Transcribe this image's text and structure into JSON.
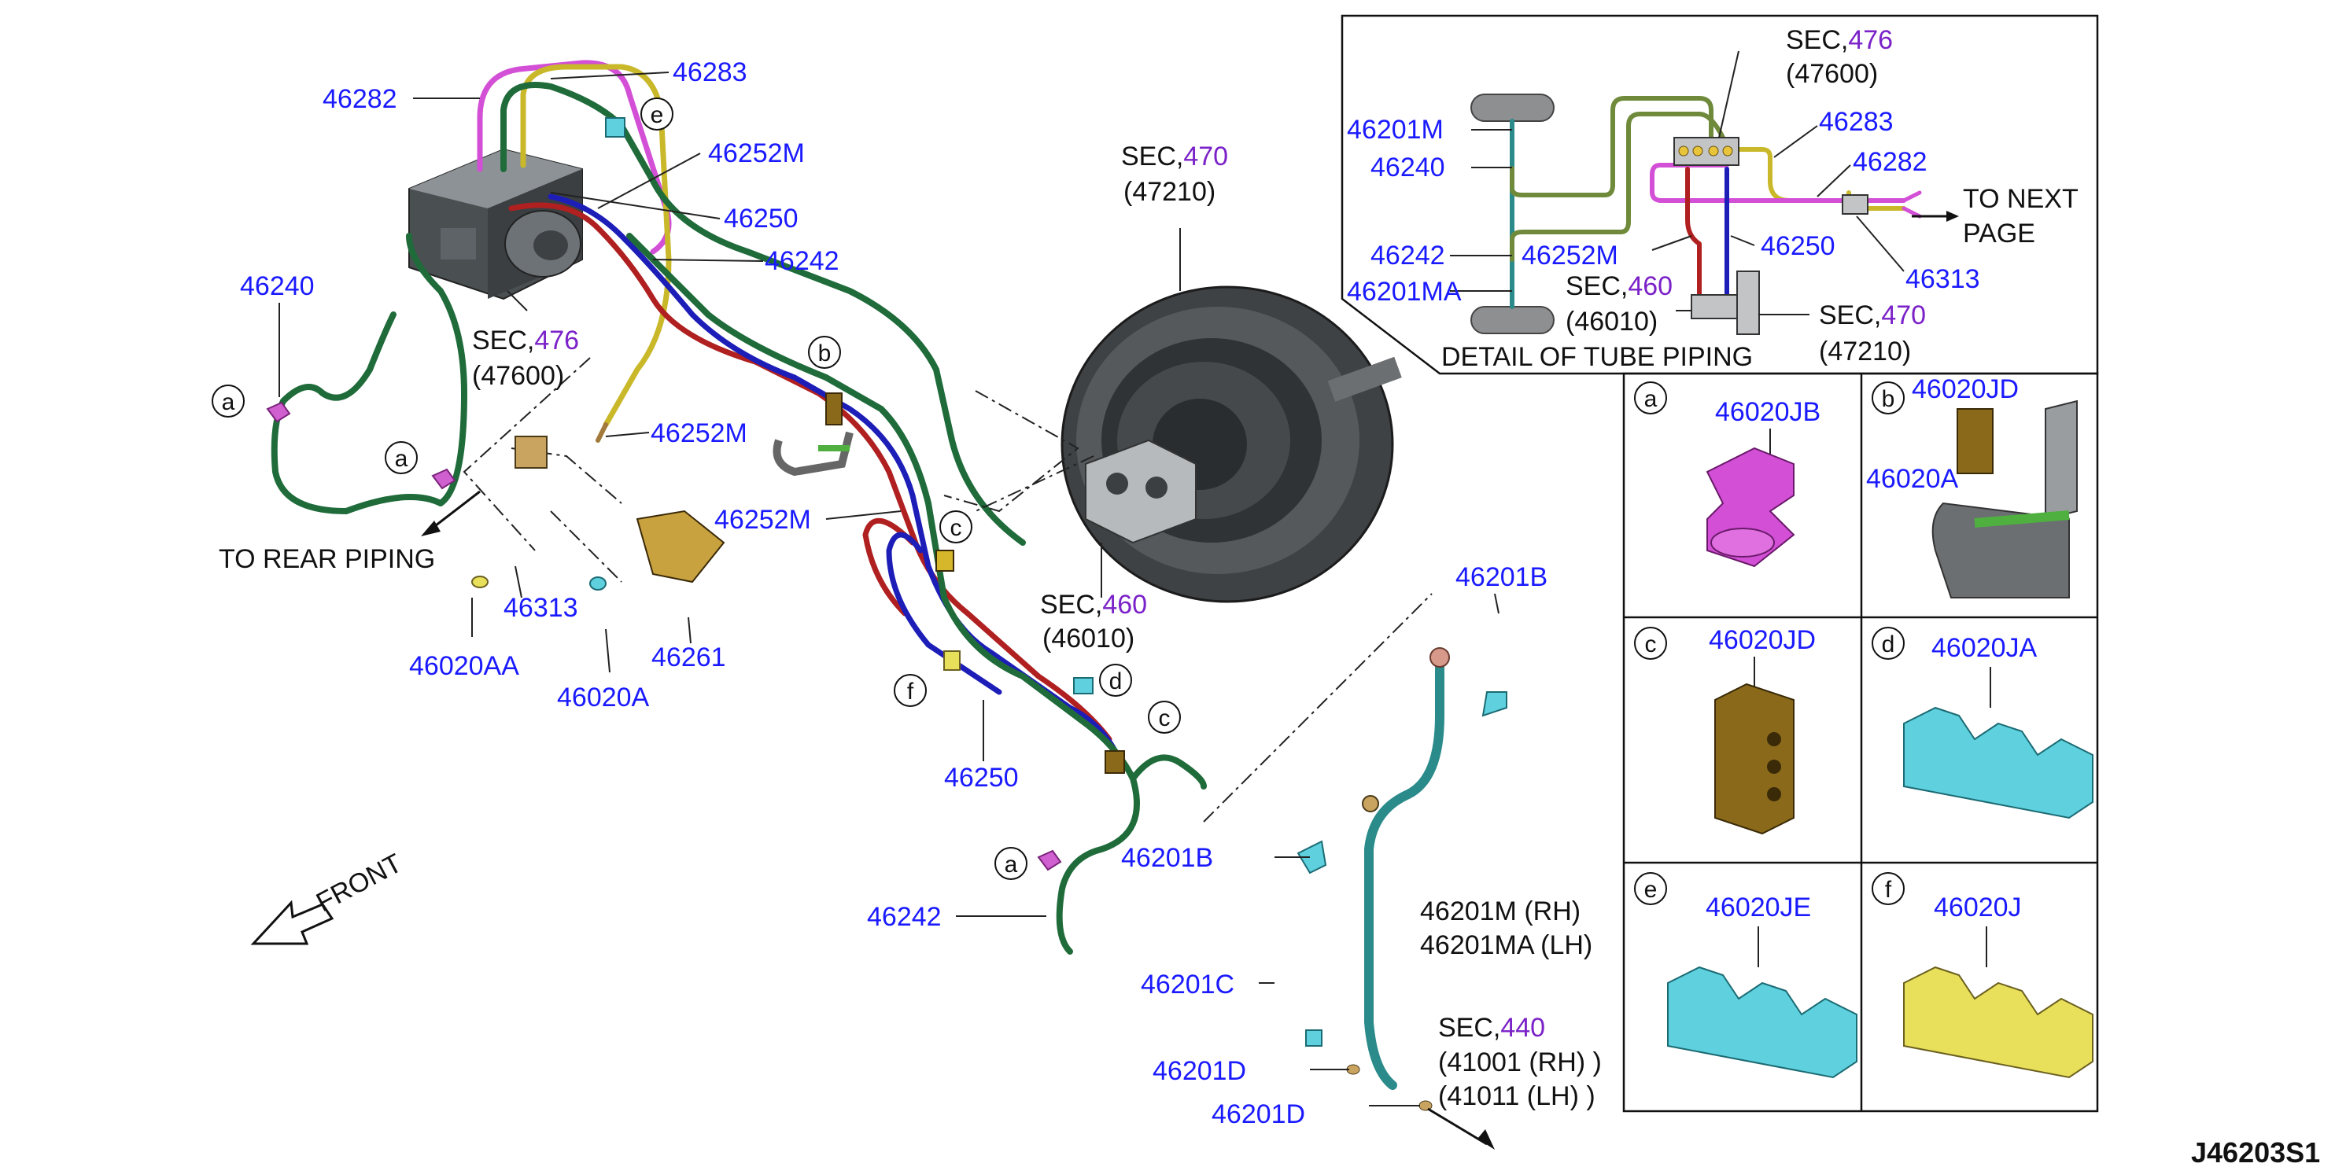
{
  "diagram_code": "J46203S1",
  "colors": {
    "part_number": "#1a1aff",
    "section_number": "#7b22c8",
    "text": "#111111",
    "green_tube": "#1f6b3a",
    "red_tube": "#b02020",
    "blue_tube": "#1d1db8",
    "magenta_tube": "#d24fd6",
    "yellow_tube": "#c9b82a",
    "olive_tube": "#6f8a3a",
    "cyan_clip": "#5fd0dd",
    "gold_clip": "#8a6a1a",
    "yellow_clip": "#e8e05a",
    "magenta_clip": "#d060d0"
  },
  "main": {
    "labels": {
      "p46282": "46282",
      "p46283": "46283",
      "p46252m_top": "46252M",
      "p46250_top": "46250",
      "p46242_top": "46242",
      "p46240": "46240",
      "sec476_prefix": "SEC,",
      "sec476_num": "476",
      "sec476_sub": "(47600)",
      "p46252m_mid": "46252M",
      "p46252m_low": "46252M",
      "rear_piping": "TO REAR PIPING",
      "p46313": "46313",
      "p46020aa": "46020AA",
      "p46020a": "46020A",
      "p46261": "46261",
      "sec470_prefix": "SEC,",
      "sec470_num": "470",
      "sec470_sub": "(47210)",
      "sec460_prefix": "SEC,",
      "sec460_num": "460",
      "sec460_sub": "(46010)",
      "p46250_low": "46250",
      "p46242_low": "46242",
      "p46201b_top": "46201B",
      "p46201b_low": "46201B",
      "hose_rh": "46201M    (RH)",
      "hose_lh": "46201MA (LH)",
      "p46201c": "46201C",
      "p46201d_a": "46201D",
      "p46201d_b": "46201D",
      "sec440_prefix": "SEC,",
      "sec440_num": "440",
      "sec440_sub1": "(41001 (RH) )",
      "sec440_sub2": "(41011 (LH) )",
      "front": "FRONT"
    },
    "callouts": {
      "a1": "a",
      "a2": "a",
      "a3": "a",
      "b": "b",
      "c1": "c",
      "c2": "c",
      "d": "d",
      "e": "e",
      "f": "f"
    }
  },
  "detail": {
    "title": "DETAIL OF TUBE PIPING",
    "sec476_prefix": "SEC,",
    "sec476_num": "476",
    "sec476_sub": "(47600)",
    "p46283": "46283",
    "p46282": "46282",
    "next_page_1": "TO NEXT",
    "next_page_2": "PAGE",
    "p46201m": "46201M",
    "p46240": "46240",
    "p46242": "46242",
    "p46252m": "46252M",
    "p46250": "46250",
    "p46313": "46313",
    "p46201ma": "46201MA",
    "sec460_prefix": "SEC,",
    "sec460_num": "460",
    "sec460_sub": "(46010)",
    "sec470_prefix": "SEC,",
    "sec470_num": "470",
    "sec470_sub": "(47210)"
  },
  "clips": [
    {
      "key": "a",
      "part": "46020JB"
    },
    {
      "key": "b",
      "part": "46020JD",
      "part2": "46020A"
    },
    {
      "key": "c",
      "part": "46020JD"
    },
    {
      "key": "d",
      "part": "46020JA"
    },
    {
      "key": "e",
      "part": "46020JE"
    },
    {
      "key": "f",
      "part": "46020J"
    }
  ]
}
